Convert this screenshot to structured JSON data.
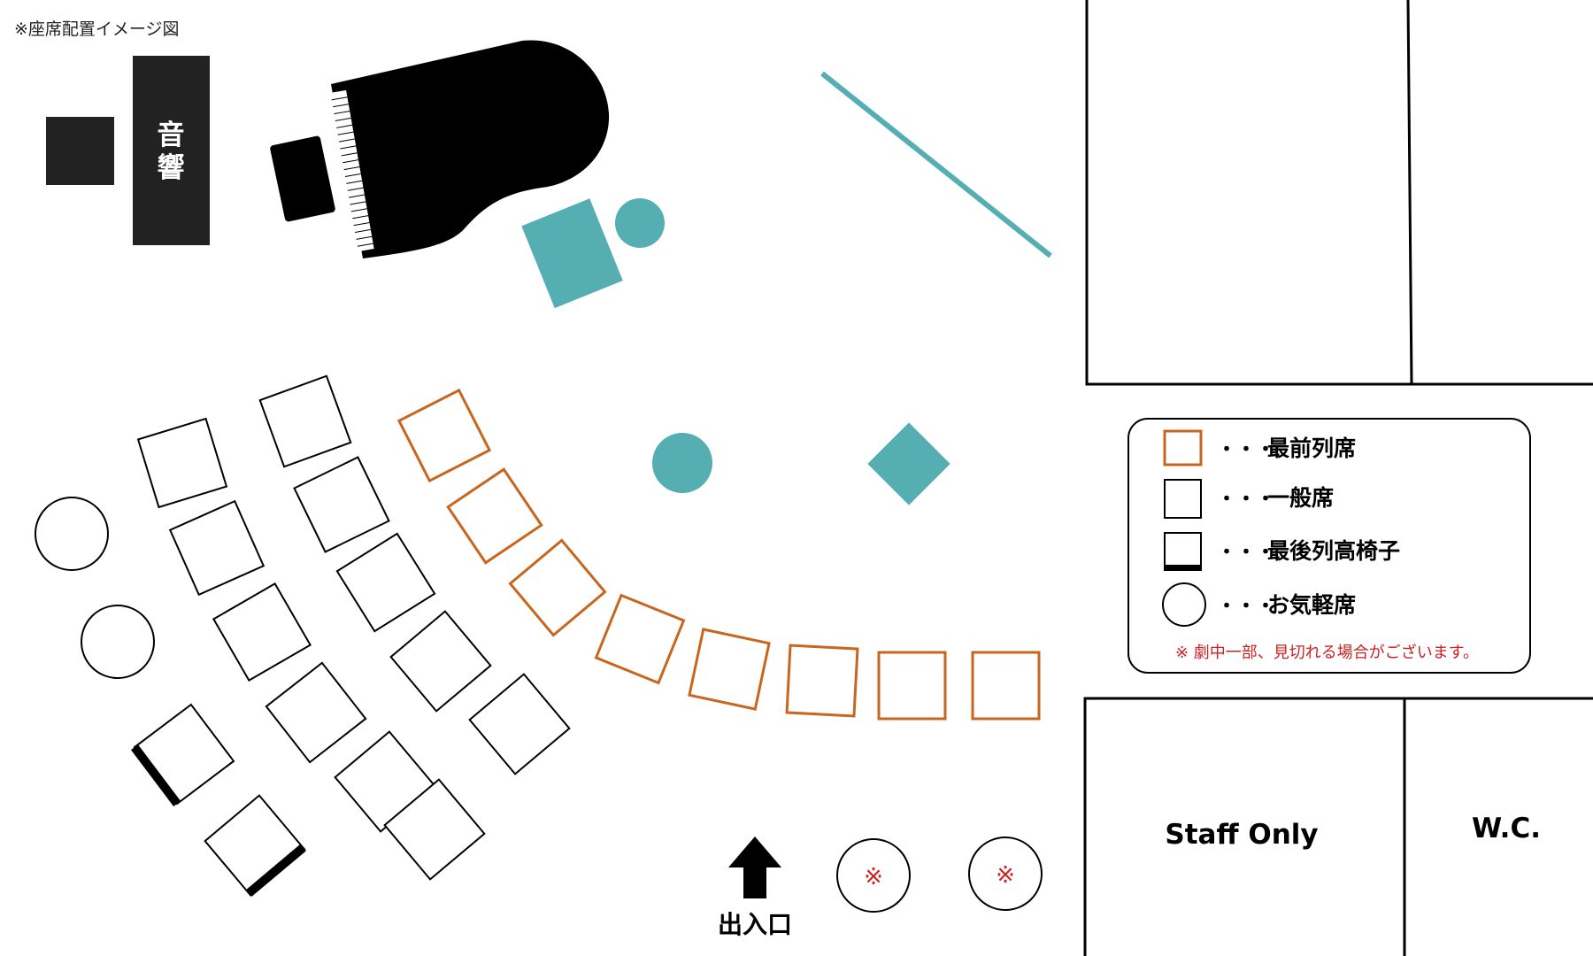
{
  "header": {
    "note": "※座席配置イメージ図"
  },
  "sound": {
    "label_1": "音",
    "label_2": "響"
  },
  "entrance": {
    "label": "出入口"
  },
  "reserved_mark": "※",
  "rooms": {
    "staff_only": "Staff Only",
    "wc": "W.C."
  },
  "legend": {
    "dots": "・・・",
    "items": [
      {
        "label": "最前列席",
        "kind": "front"
      },
      {
        "label": "一般席",
        "kind": "general"
      },
      {
        "label": "最後列高椅子",
        "kind": "high-chair"
      },
      {
        "label": "お気軽席",
        "kind": "casual"
      }
    ],
    "note": "※ 劇中一部、見切れる場合がございます。"
  },
  "colors": {
    "front_seat": "#c8661e",
    "general_seat": "#000000",
    "teal": "#55aeb2",
    "equipment": "#222222",
    "note_red": "#cc2222"
  }
}
